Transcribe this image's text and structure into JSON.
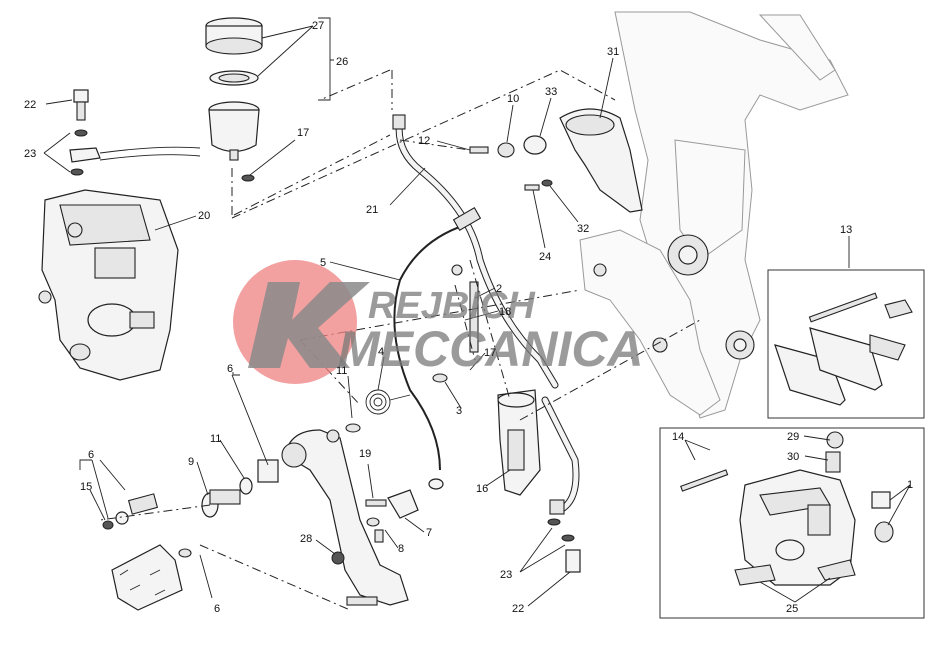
{
  "watermark": {
    "line1": "REJBICH",
    "line2": "MECCANICA",
    "circle_color": "#ee8080",
    "k_color": "#8a8a8a"
  },
  "labels": {
    "n1": "1",
    "n2": "2",
    "n3": "3",
    "n4": "4",
    "n5": "5",
    "n6a": "6",
    "n6b": "6",
    "n6c": "6",
    "n7": "7",
    "n8": "8",
    "n9": "9",
    "n10": "10",
    "n11a": "11",
    "n11b": "11",
    "n12": "12",
    "n13": "13",
    "n14": "14",
    "n15": "15",
    "n16": "16",
    "n17a": "17",
    "n17b": "17",
    "n18": "18",
    "n19": "19",
    "n20": "20",
    "n21": "21",
    "n22a": "22",
    "n22b": "22",
    "n23a": "23",
    "n23b": "23",
    "n24": "24",
    "n25": "25",
    "n26": "26",
    "n27": "27",
    "n28": "28",
    "n29": "29",
    "n30": "30",
    "n31": "31",
    "n32": "32",
    "n33": "33"
  }
}
